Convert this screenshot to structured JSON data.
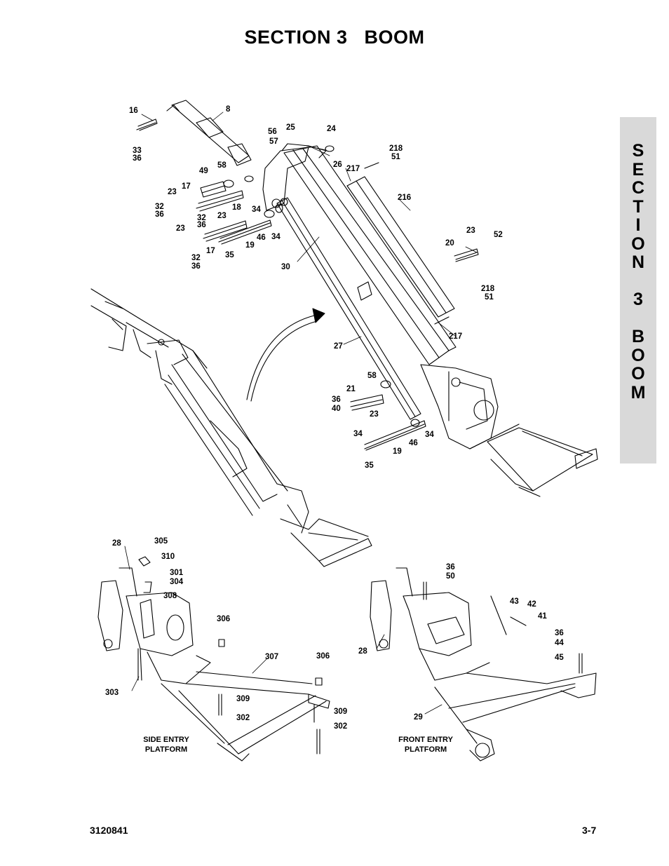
{
  "header": {
    "section": "SECTION 3",
    "title": "BOOM"
  },
  "side_tab": {
    "letters": [
      "S",
      "E",
      "C",
      "T",
      "I",
      "O",
      "N",
      "",
      "3",
      "",
      "B",
      "O",
      "O",
      "M"
    ]
  },
  "diagram": {
    "callouts": {
      "c16": "16",
      "c8": "8",
      "c33": "33",
      "c36a": "36",
      "c56": "56",
      "c57": "57",
      "c25": "25",
      "c24": "24",
      "c49": "49",
      "c58a": "58",
      "c26": "26",
      "c217a": "217",
      "c218a": "218",
      "c51a": "51",
      "c23a": "23",
      "c17a": "17",
      "c32a": "32",
      "c36b": "36",
      "c18": "18",
      "c23b": "23",
      "c34a": "34",
      "c32b": "32",
      "c36c": "36",
      "c216": "216",
      "c23c": "23",
      "c46a": "46",
      "c34b": "34",
      "c19a": "19",
      "c17b": "17",
      "c35a": "35",
      "c32c": "32",
      "c36d": "36",
      "c30": "30",
      "c23d": "23",
      "c52": "52",
      "c20": "20",
      "c218b": "218",
      "c51b": "51",
      "c217b": "217",
      "c27": "27",
      "c58b": "58",
      "c21": "21",
      "c36e": "36",
      "c40": "40",
      "c23e": "23",
      "c34c": "34",
      "c46b": "46",
      "c34d": "34",
      "c19b": "19",
      "c35b": "35",
      "c28a": "28",
      "c305": "305",
      "c310": "310",
      "c301": "301",
      "c304": "304",
      "c308": "308",
      "c306a": "306",
      "c307": "307",
      "c306b": "306",
      "c303": "303",
      "c309a": "309",
      "c302a": "302",
      "c309b": "309",
      "c302b": "302",
      "c36f": "36",
      "c50": "50",
      "c43": "43",
      "c42": "42",
      "c41": "41",
      "c36g": "36",
      "c44": "44",
      "c45": "45",
      "c28b": "28",
      "c29": "29"
    },
    "captions": {
      "side_entry_1": "SIDE ENTRY",
      "side_entry_2": "PLATFORM",
      "front_entry_1": "FRONT ENTRY",
      "front_entry_2": "PLATFORM"
    }
  },
  "footer": {
    "doc_number": "3120841",
    "page_number": "3-7"
  }
}
